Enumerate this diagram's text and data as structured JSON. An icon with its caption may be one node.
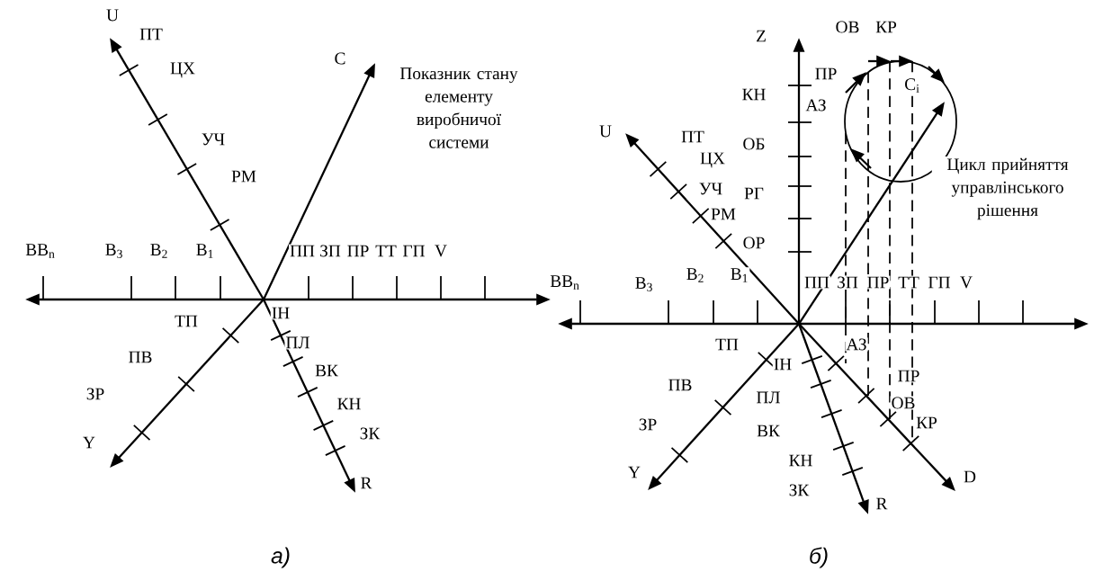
{
  "diagram": {
    "labels": [
      "U",
      "ПТ",
      "ЦХ",
      "С",
      "Показник стану елементу виробничої системи",
      "УЧ",
      "РМ",
      "ВВ$_{n}$",
      "В$_{3}$",
      "В$_{2}$",
      "В$_{1}$",
      "ПП",
      "ЗП",
      "ПР",
      "ТТ",
      "ГП",
      "V",
      "ІН",
      "ТП",
      "ПЛ",
      "ПВ",
      "ВК",
      "ЗР",
      "КН",
      "ЗК",
      "Y",
      "R",
      "а)",
      "Z",
      "ОВ",
      "КР",
      "ПР",
      "КН",
      "АЗ",
      "С$_{i}$",
      "U",
      "ПТ",
      "ЦХ",
      "ОБ",
      "Цикл прийняття управлінського рішення",
      "УЧ",
      "РГ",
      "РМ",
      "ОР",
      "ВВ$_{n}$",
      "В$_{3}$",
      "В$_{2}$",
      "В$_{1}$",
      "ПП",
      "ЗП",
      "ПР",
      "ТТ",
      "ГП",
      "V",
      "ТП",
      "АЗ",
      "ІН",
      "ПР",
      "ПВ",
      "ПЛ",
      "ОВ",
      "ЗР",
      "КР",
      "ВК",
      "КН",
      "Y",
      "D",
      "ЗК",
      "R",
      "б)"
    ]
  }
}
